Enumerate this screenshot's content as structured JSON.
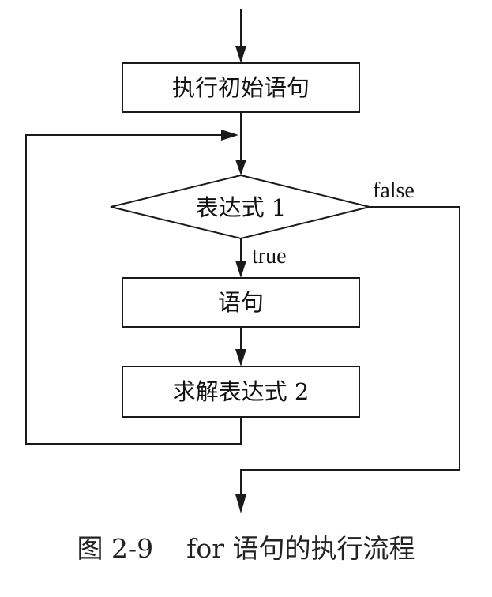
{
  "diagram": {
    "nodes": {
      "init_statement": "执行初始语句",
      "condition": "表达式 1",
      "body_statement": "语句",
      "update_expression": "求解表达式 2"
    },
    "edge_labels": {
      "false_branch": "false",
      "true_branch": "true"
    }
  },
  "caption": {
    "figure_number": "图 2-9",
    "title": "for 语句的执行流程"
  }
}
